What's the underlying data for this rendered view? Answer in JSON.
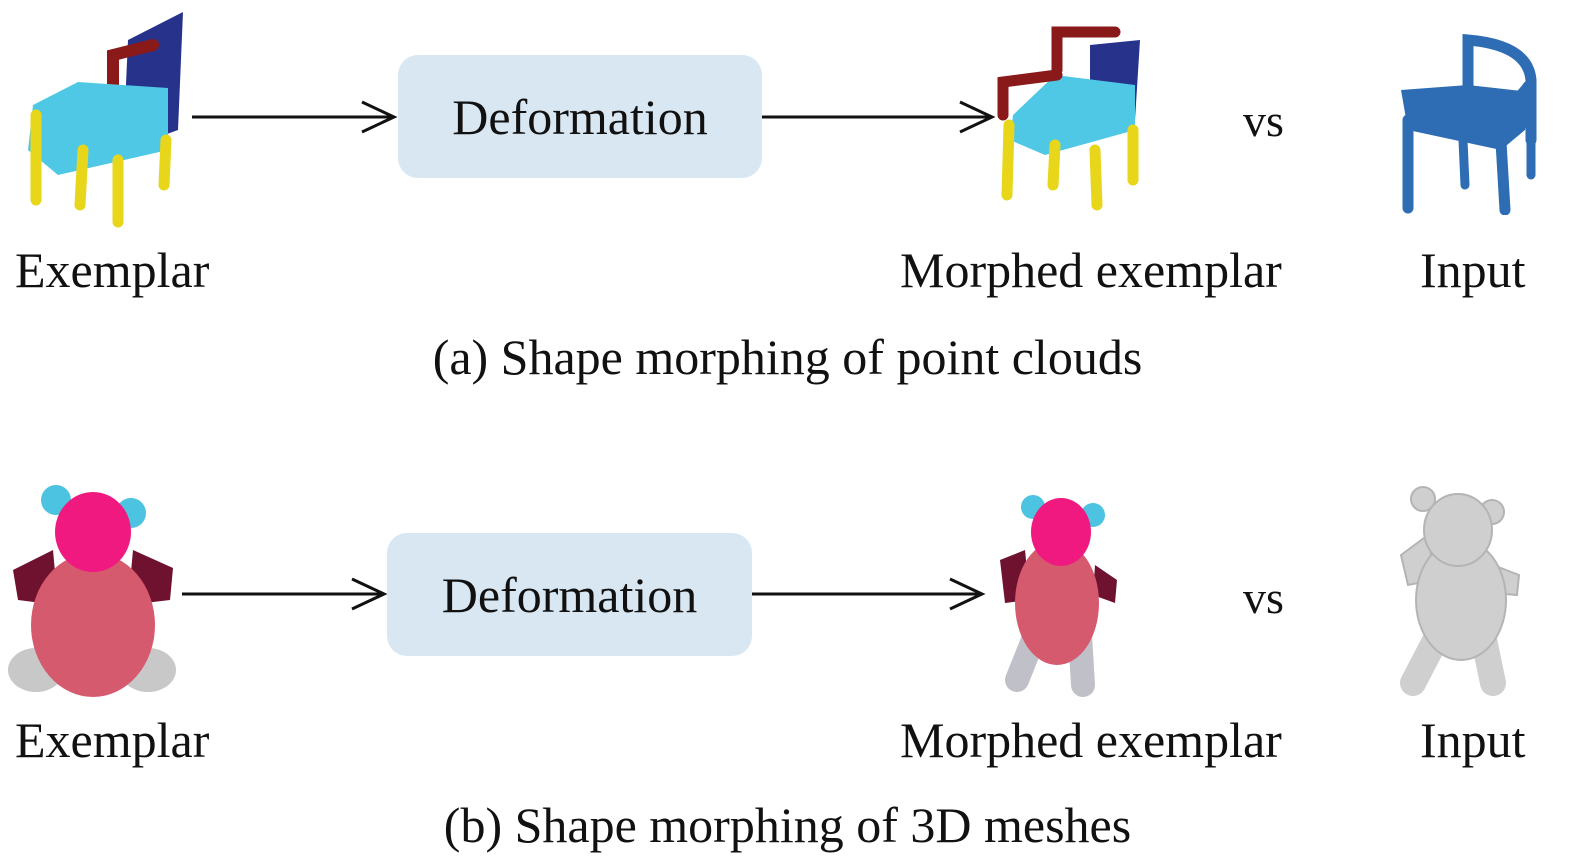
{
  "panel_a": {
    "exemplar_label": "Exemplar",
    "box_label": "Deformation",
    "vs": "vs",
    "morphed_label": "Morphed exemplar",
    "input_label": "Input",
    "caption": "(a) Shape morphing of point clouds",
    "colors": {
      "seat": "#4fc8e6",
      "back": "#27328a",
      "arm": "#8a1a1a",
      "legs": "#e8d61a",
      "input_chair": "#2e6db4"
    }
  },
  "panel_b": {
    "exemplar_label": "Exemplar",
    "box_label": "Deformation",
    "vs": "vs",
    "morphed_label": "Morphed exemplar",
    "input_label": "Input",
    "caption": "(b) Shape morphing of 3D meshes",
    "colors": {
      "head": "#f0197f",
      "ears": "#4cc3e0",
      "body": "#d65a6e",
      "arms": "#6e1230",
      "legs": "#c8c8c8",
      "input_bear": "#cfcfcf"
    }
  },
  "box_color": "#d9e7f2"
}
